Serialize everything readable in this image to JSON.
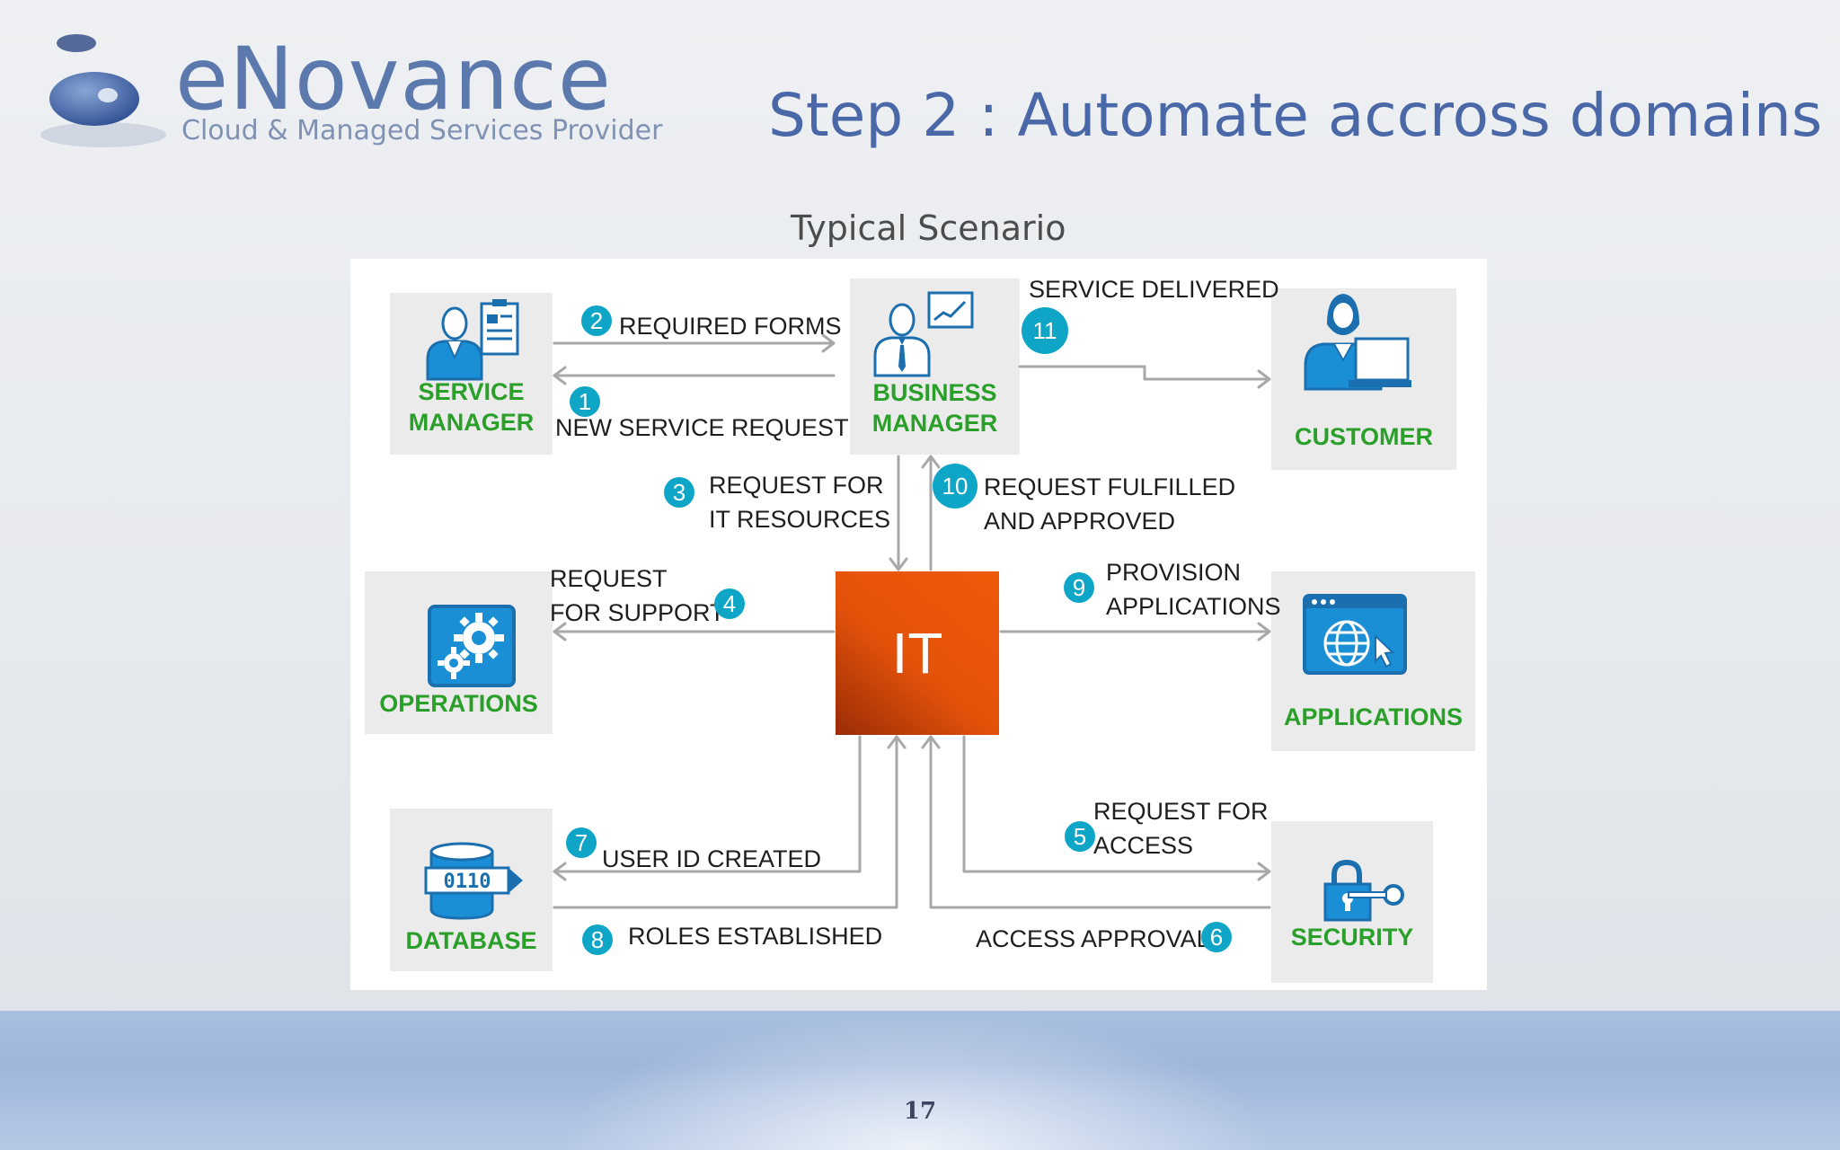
{
  "logo": {
    "wordmark": "eNovance",
    "tagline": "Cloud & Managed Services Provider"
  },
  "title": "Step 2 : Automate accross domains",
  "subtitle": "Typical Scenario",
  "nodes": {
    "service_manager": "SERVICE\nMANAGER",
    "business_manager": "BUSINESS\nMANAGER",
    "customer": "CUSTOMER",
    "operations": "OPERATIONS",
    "applications": "APPLICATIONS",
    "database": "DATABASE",
    "security": "SECURITY",
    "it": "IT"
  },
  "steps": [
    {
      "num": "1",
      "label": "NEW SERVICE REQUEST"
    },
    {
      "num": "2",
      "label": "REQUIRED FORMS"
    },
    {
      "num": "3",
      "label": "REQUEST FOR\nIT RESOURCES"
    },
    {
      "num": "4",
      "label": "REQUEST\nFOR SUPPORT"
    },
    {
      "num": "5",
      "label": "REQUEST FOR\nACCESS"
    },
    {
      "num": "6",
      "label": "ACCESS APPROVAL"
    },
    {
      "num": "7",
      "label": "USER ID CREATED"
    },
    {
      "num": "8",
      "label": "ROLES ESTABLISHED"
    },
    {
      "num": "9",
      "label": "PROVISION\nAPPLICATIONS"
    },
    {
      "num": "10",
      "label": "REQUEST FULFILLED\nAND APPROVED"
    },
    {
      "num": "11",
      "label": "SERVICE DELIVERED"
    }
  ],
  "page_number": "17",
  "colors": {
    "title": "#4a67a8",
    "node_label": "#2aa02a",
    "badge": "#0ea5c6",
    "it_box": "#e8540a",
    "icon": "#1b6fae"
  }
}
